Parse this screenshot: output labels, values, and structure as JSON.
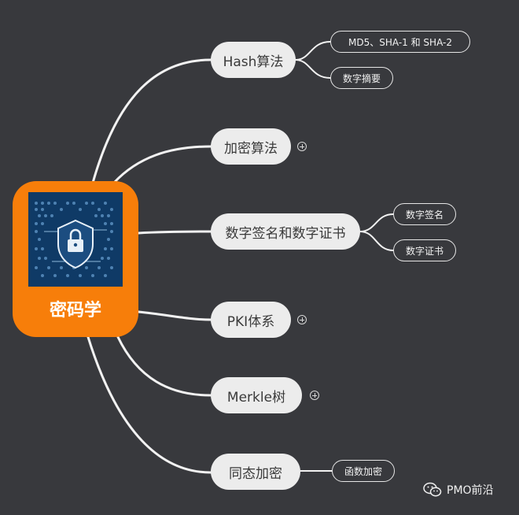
{
  "center": {
    "label": "密码学",
    "icon": "lock-circuit-icon"
  },
  "branches": [
    {
      "label": "Hash算法",
      "leaves": [
        "MD5、SHA-1 和 SHA-2",
        "数字摘要"
      ]
    },
    {
      "label": "加密算法",
      "collapsed": true
    },
    {
      "label": "数字签名和数字证书",
      "leaves": [
        "数字签名",
        "数字证书"
      ]
    },
    {
      "label": "PKI体系",
      "collapsed": true
    },
    {
      "label": "Merkle树",
      "collapsed": true
    },
    {
      "label": "同态加密",
      "leaves": [
        "函数加密"
      ]
    }
  ],
  "watermark": {
    "label": "PMO前沿",
    "icon": "wechat-icon"
  },
  "colors": {
    "background": "#38393d",
    "center": "#f77e0a",
    "node": "#ececec",
    "line": "#f2f2f2"
  }
}
